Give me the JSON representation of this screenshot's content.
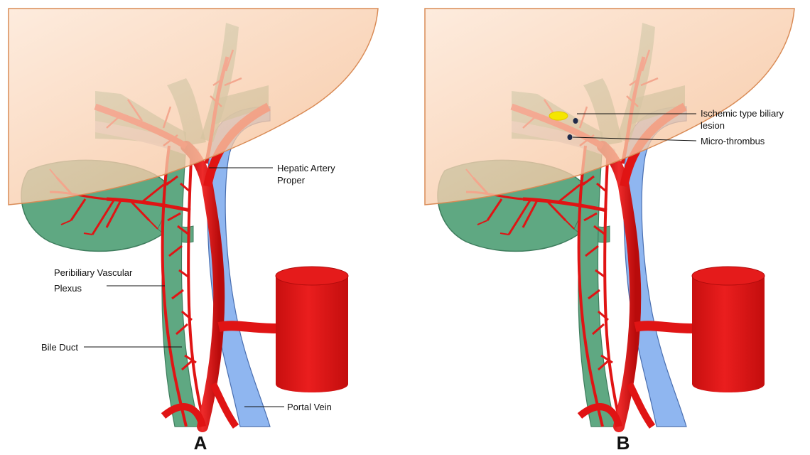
{
  "panels": [
    {
      "letter": "A",
      "labels": {
        "hepatic_artery_line1": "Hepatic Artery",
        "hepatic_artery_line2": "Proper",
        "peribiliary_line1": "Peribiliary Vascular",
        "peribiliary_line2": "Plexus",
        "bile_duct": "Bile Duct",
        "portal_vein": "Portal Vein"
      }
    },
    {
      "letter": "B",
      "labels": {
        "ischemic_line1": "Ischemic type biliary",
        "ischemic_line2": "lesion",
        "micro_thrombus": "Micro-thrombus"
      }
    }
  ],
  "colors": {
    "liver": "#f6cba6",
    "liver_edge": "#d98b56",
    "bile_duct": "#5fa882",
    "artery": "#e01414",
    "portal_vein": "#8fb6f0",
    "lesion": "#f5e600",
    "thrombus": "#1e2a4a"
  }
}
